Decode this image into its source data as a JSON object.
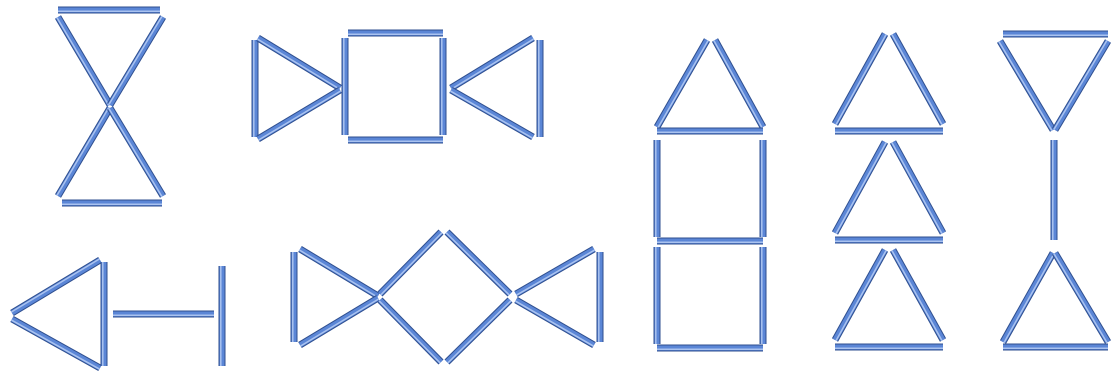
{
  "colors": {
    "background": "#ffffff",
    "stick_body": "#5b86d6",
    "stick_edge": "#2f4f8f",
    "stick_highlight": "#aac3f0"
  },
  "figures": [
    {
      "name": "hourglass-figure"
    },
    {
      "name": "bowtie-square-figure"
    },
    {
      "name": "house-figure"
    },
    {
      "name": "triangle-stack-figure"
    },
    {
      "name": "inverted-triangle-post-figure"
    },
    {
      "name": "arrow-t-figure"
    },
    {
      "name": "diamond-bowtie-figure"
    }
  ]
}
